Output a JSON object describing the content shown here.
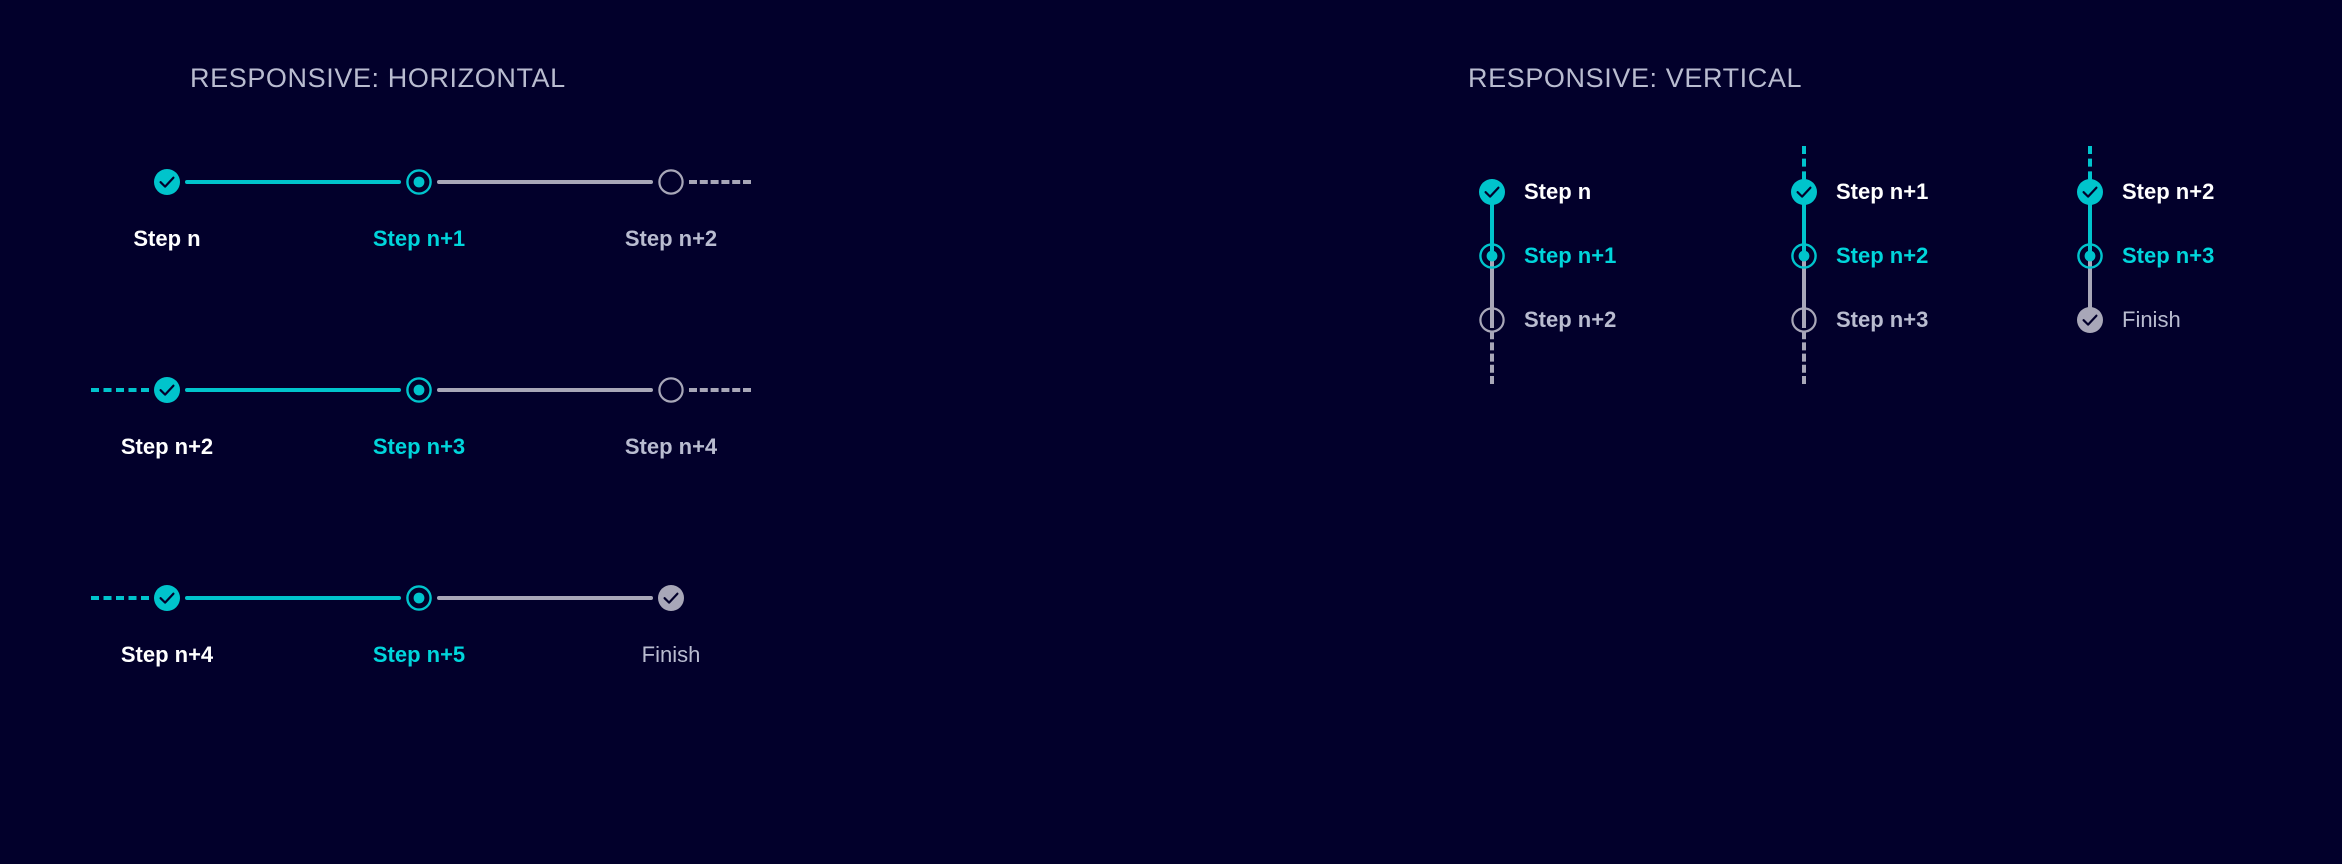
{
  "sections": {
    "horizontal": {
      "title": "RESPONSIVE: HORIZONTAL"
    },
    "vertical": {
      "title": "RESPONSIVE: VERTICAL"
    }
  },
  "colors": {
    "background": "#02002b",
    "accent": "#00c4cc",
    "accent_text": "#00d5db",
    "muted": "#a8a7b8",
    "muted_text": "#b9bcd0",
    "done_text": "#ffffff",
    "check_glyph": "#02002b"
  },
  "icons": {
    "completed": "check-circle-icon",
    "active": "radio-target-icon",
    "upcoming": "empty-circle-icon",
    "finish": "check-circle-muted-icon"
  },
  "horizontal": {
    "rows": [
      {
        "lead": "none",
        "steps": [
          {
            "label": "Step n",
            "state": "done"
          },
          {
            "label": "Step n+1",
            "state": "active"
          },
          {
            "label": "Step n+2",
            "state": "todo"
          }
        ],
        "segments": [
          "solid-done",
          "solid-todo"
        ],
        "trail": "dash-todo"
      },
      {
        "lead": "dash-done",
        "steps": [
          {
            "label": "Step n+2",
            "state": "done"
          },
          {
            "label": "Step n+3",
            "state": "active"
          },
          {
            "label": "Step n+4",
            "state": "todo"
          }
        ],
        "segments": [
          "solid-done",
          "solid-todo"
        ],
        "trail": "dash-todo"
      },
      {
        "lead": "dash-done",
        "steps": [
          {
            "label": "Step n+4",
            "state": "done"
          },
          {
            "label": "Step n+5",
            "state": "active"
          },
          {
            "label": "Finish",
            "state": "finish"
          }
        ],
        "segments": [
          "solid-done",
          "solid-todo"
        ],
        "trail": "none"
      }
    ]
  },
  "vertical": {
    "columns": [
      {
        "lead": "none",
        "steps": [
          {
            "label": "Step n",
            "state": "done",
            "connector": "solid-done"
          },
          {
            "label": "Step n+1",
            "state": "active",
            "connector": "solid-todo"
          },
          {
            "label": "Step n+2",
            "state": "todo",
            "connector": "dash-todo"
          }
        ]
      },
      {
        "lead": "dash-done",
        "steps": [
          {
            "label": "Step n+1",
            "state": "done",
            "connector": "solid-done"
          },
          {
            "label": "Step n+2",
            "state": "active",
            "connector": "solid-todo"
          },
          {
            "label": "Step n+3",
            "state": "todo",
            "connector": "dash-todo"
          }
        ]
      },
      {
        "lead": "dash-done",
        "steps": [
          {
            "label": "Step n+2",
            "state": "done",
            "connector": "solid-done"
          },
          {
            "label": "Step n+3",
            "state": "active",
            "connector": "solid-todo"
          },
          {
            "label": "Finish",
            "state": "finish",
            "connector": "none"
          }
        ]
      }
    ]
  }
}
